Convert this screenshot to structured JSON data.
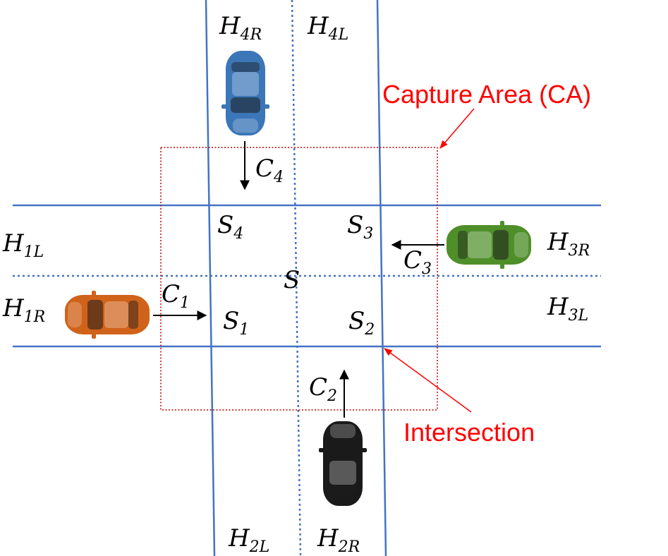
{
  "callouts": {
    "capture_area": "Capture Area (CA)",
    "intersection": "Intersection"
  },
  "labels": {
    "h4r": {
      "base": "H",
      "sub": "4R"
    },
    "h4l": {
      "base": "H",
      "sub": "4L"
    },
    "h1l": {
      "base": "H",
      "sub": "1L"
    },
    "h1r": {
      "base": "H",
      "sub": "1R"
    },
    "h3r": {
      "base": "H",
      "sub": "3R"
    },
    "h3l": {
      "base": "H",
      "sub": "3L"
    },
    "h2l": {
      "base": "H",
      "sub": "2L"
    },
    "h2r": {
      "base": "H",
      "sub": "2R"
    },
    "s4": {
      "base": "S",
      "sub": "4"
    },
    "s3": {
      "base": "S",
      "sub": "3"
    },
    "s1": {
      "base": "S",
      "sub": "1"
    },
    "s2": {
      "base": "S",
      "sub": "2"
    },
    "s": "S",
    "c1": {
      "base": "C",
      "sub": "1"
    },
    "c2": {
      "base": "C",
      "sub": "2"
    },
    "c3": {
      "base": "C",
      "sub": "3"
    },
    "c4": {
      "base": "C",
      "sub": "4"
    }
  },
  "colors": {
    "road": "#4472c4",
    "capture_area": "#c00000",
    "callout": "#ff0000",
    "car_blue": "#3b76b8",
    "car_green": "#4f8f2a",
    "car_orange": "#d0621a",
    "car_black": "#1a1a1a"
  }
}
